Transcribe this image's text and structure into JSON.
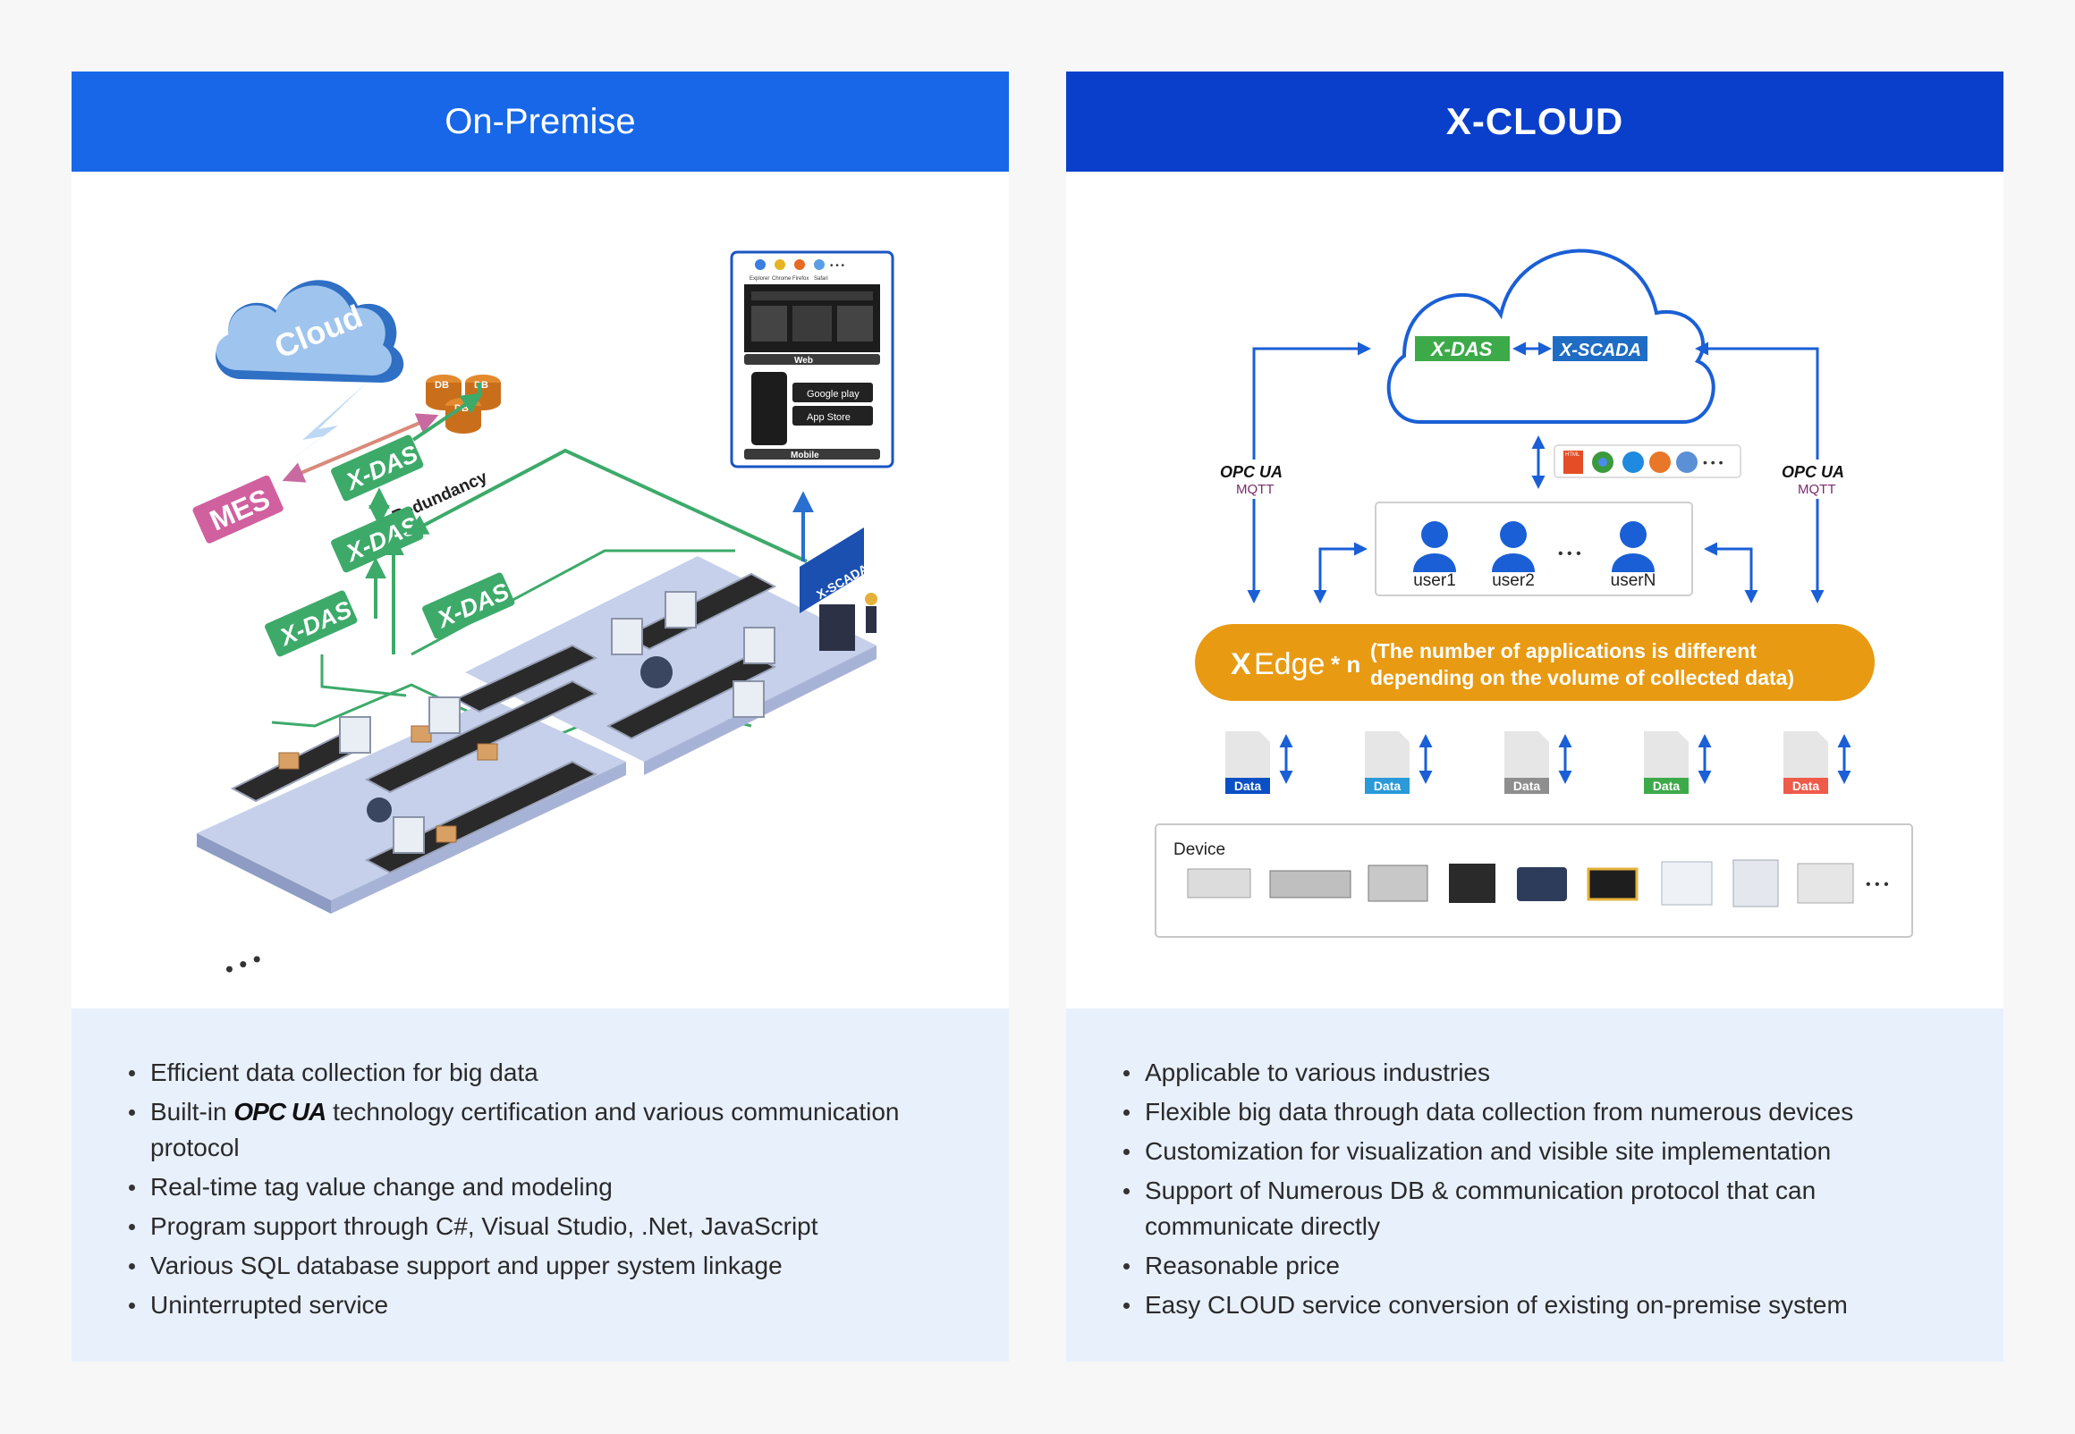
{
  "left": {
    "title": "On-Premise",
    "diagram": {
      "cloud": "Cloud",
      "db1": "DB",
      "db2": "DB",
      "db3": "DB",
      "mes": "MES",
      "xdas": "X-DAS",
      "redundancy": "Redundancy",
      "xscada": "X-SCADA",
      "browsers": [
        "Explorer",
        "Chrome",
        "Firefox",
        "Safari"
      ],
      "web": "Web",
      "mobile": "Mobile",
      "google_play": "Google play",
      "app_store": "App Store",
      "ellipsis": "• • •"
    },
    "features": [
      "Efficient data collection for big data",
      "technology certification and various communication protocol",
      "Real-time tag value change and modeling",
      "Program support through C#, Visual Studio, .Net, JavaScript",
      "Various SQL database support and upper system linkage",
      "Uninterrupted service"
    ],
    "feature2_prefix": "Built-in",
    "opc_ua": "OPC UA"
  },
  "right": {
    "title": "X-CLOUD",
    "diagram": {
      "xdas": "X-DAS",
      "xscada": "X-SCADA",
      "opc_ua": "OPC UA",
      "mqtt": "MQTT",
      "html5": "HTML",
      "ellipsis": "• • •",
      "users": [
        "user1",
        "user2",
        "userN"
      ],
      "users_ellipsis": "• • •",
      "xedge_x": "X",
      "xedge": "Edge",
      "xedge_n": "* n",
      "xedge_note_1": "(The number of applications is different",
      "xedge_note_2": "depending on the volume of collected data)",
      "data_label": "Data",
      "device": "Device",
      "device_ellipsis": "• • •"
    },
    "features": [
      "Applicable to various industries",
      "Flexible big data through data collection from numerous devices",
      "Customization for visualization and visible site implementation",
      "Support of Numerous DB & communication protocol that can communicate directly",
      "Reasonable price",
      "Easy CLOUD service conversion of existing on-premise system"
    ]
  },
  "colors": {
    "left_header": "#1767e8",
    "right_header": "#0a3fcc",
    "green": "#3daa6a",
    "mes_pink": "#d1609f",
    "xedge_orange": "#e89a12",
    "arrow_blue": "#1a5fd6",
    "features_bg": "#e8f0fc",
    "data_colors": [
      "#0b4fc4",
      "#2a9ad8",
      "#8e8e8e",
      "#3daa4a",
      "#ef5a4a"
    ]
  }
}
